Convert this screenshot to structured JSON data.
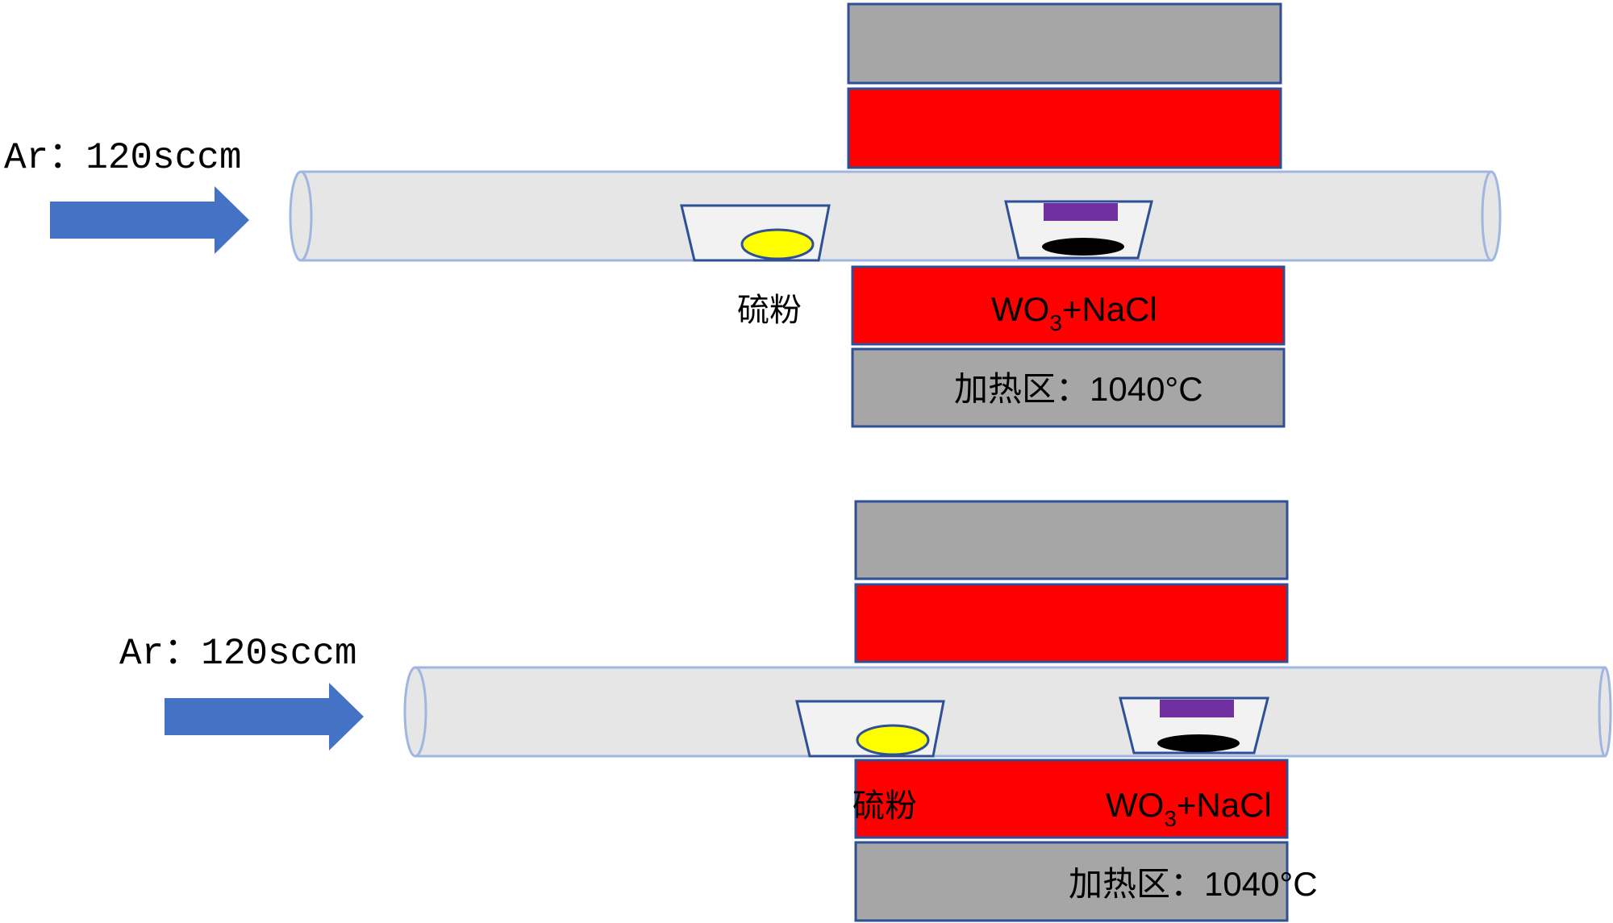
{
  "colors": {
    "tube_fill": "#e6e6e6",
    "tube_stroke": "#9fb6e0",
    "furnace_gray": "#a6a6a6",
    "furnace_red": "#ff0000",
    "furnace_stroke": "#2f4f96",
    "arrow": "#4472c4",
    "sulfur": "#ffff00",
    "substrate": "#7030a0",
    "precursor": "#000000",
    "boat_fill": "#f2f2f2",
    "boat_stroke": "#2f4f96"
  },
  "icons": {
    "gas_flow": "right-arrow",
    "sulfur_source": "yellow-ellipse",
    "precursor_source": "black-ellipse",
    "substrate": "purple-rectangle"
  },
  "setups": [
    {
      "gas_label": "Ar：120sccm",
      "sulfur_label": "硫粉",
      "precursor_label": {
        "main": "WO",
        "sub": "3",
        "rest": "+NaCl"
      },
      "heating_label": "加热区：1040°C"
    },
    {
      "gas_label": "Ar：120sccm",
      "sulfur_label": "硫粉",
      "precursor_label": {
        "main": "WO",
        "sub": "3",
        "rest": "+NaCl"
      },
      "heating_label": "加热区：1040°C"
    }
  ]
}
